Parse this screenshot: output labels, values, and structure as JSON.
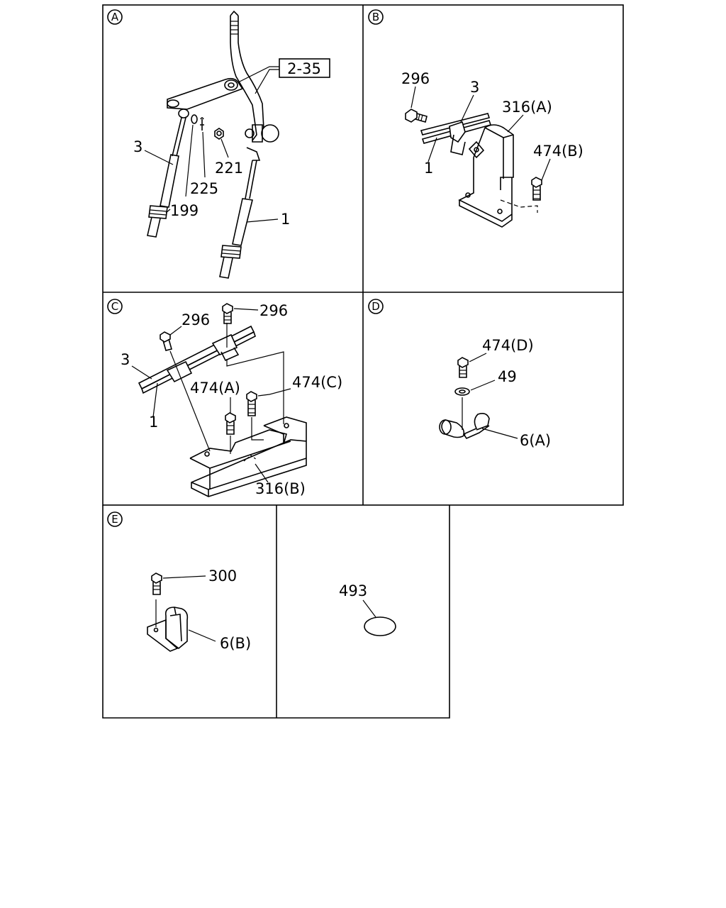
{
  "panels": {
    "A": {
      "letter": "A",
      "labels": {
        "ref": "2-35",
        "cable3": "3",
        "clip199": "199",
        "pin225": "225",
        "nut221": "221",
        "cable1": "1"
      }
    },
    "B": {
      "letter": "B",
      "labels": {
        "bolt296": "296",
        "cable3": "3",
        "bracket316a": "316(A)",
        "cable1": "1",
        "bolt474b": "474(B)"
      }
    },
    "C": {
      "letter": "C",
      "labels": {
        "bolt296a": "296",
        "bolt296b": "296",
        "cable3": "3",
        "cable1": "1",
        "bolt474a": "474(A)",
        "bolt474c": "474(C)",
        "bracket316b": "316(B)"
      }
    },
    "D": {
      "letter": "D",
      "labels": {
        "bolt474d": "474(D)",
        "washer49": "49",
        "clamp6a": "6(A)"
      }
    },
    "E": {
      "letter": "E",
      "labels": {
        "bolt300": "300",
        "clamp6b": "6(B)"
      }
    },
    "F": {
      "labels": {
        "part493": "493"
      }
    }
  }
}
